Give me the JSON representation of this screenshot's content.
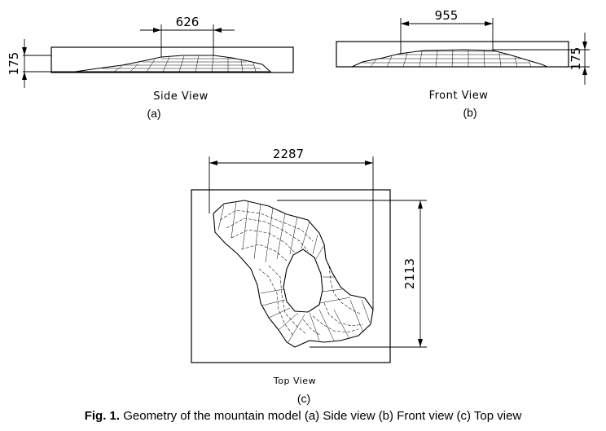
{
  "views": {
    "side": {
      "width_label": "626",
      "height_label": "175",
      "view_label": "Side View",
      "sub_label": "(a)"
    },
    "front": {
      "width_label": "955",
      "height_label": "175",
      "view_label": "Front View",
      "sub_label": "(b)"
    },
    "top": {
      "width_label": "2287",
      "height_label": "2113",
      "view_label": "Top View",
      "sub_label": "(c)"
    }
  },
  "caption": {
    "prefix": "Fig. 1.",
    "text": " Geometry of the mountain model (a) Side view (b) Front view (c) Top view"
  }
}
